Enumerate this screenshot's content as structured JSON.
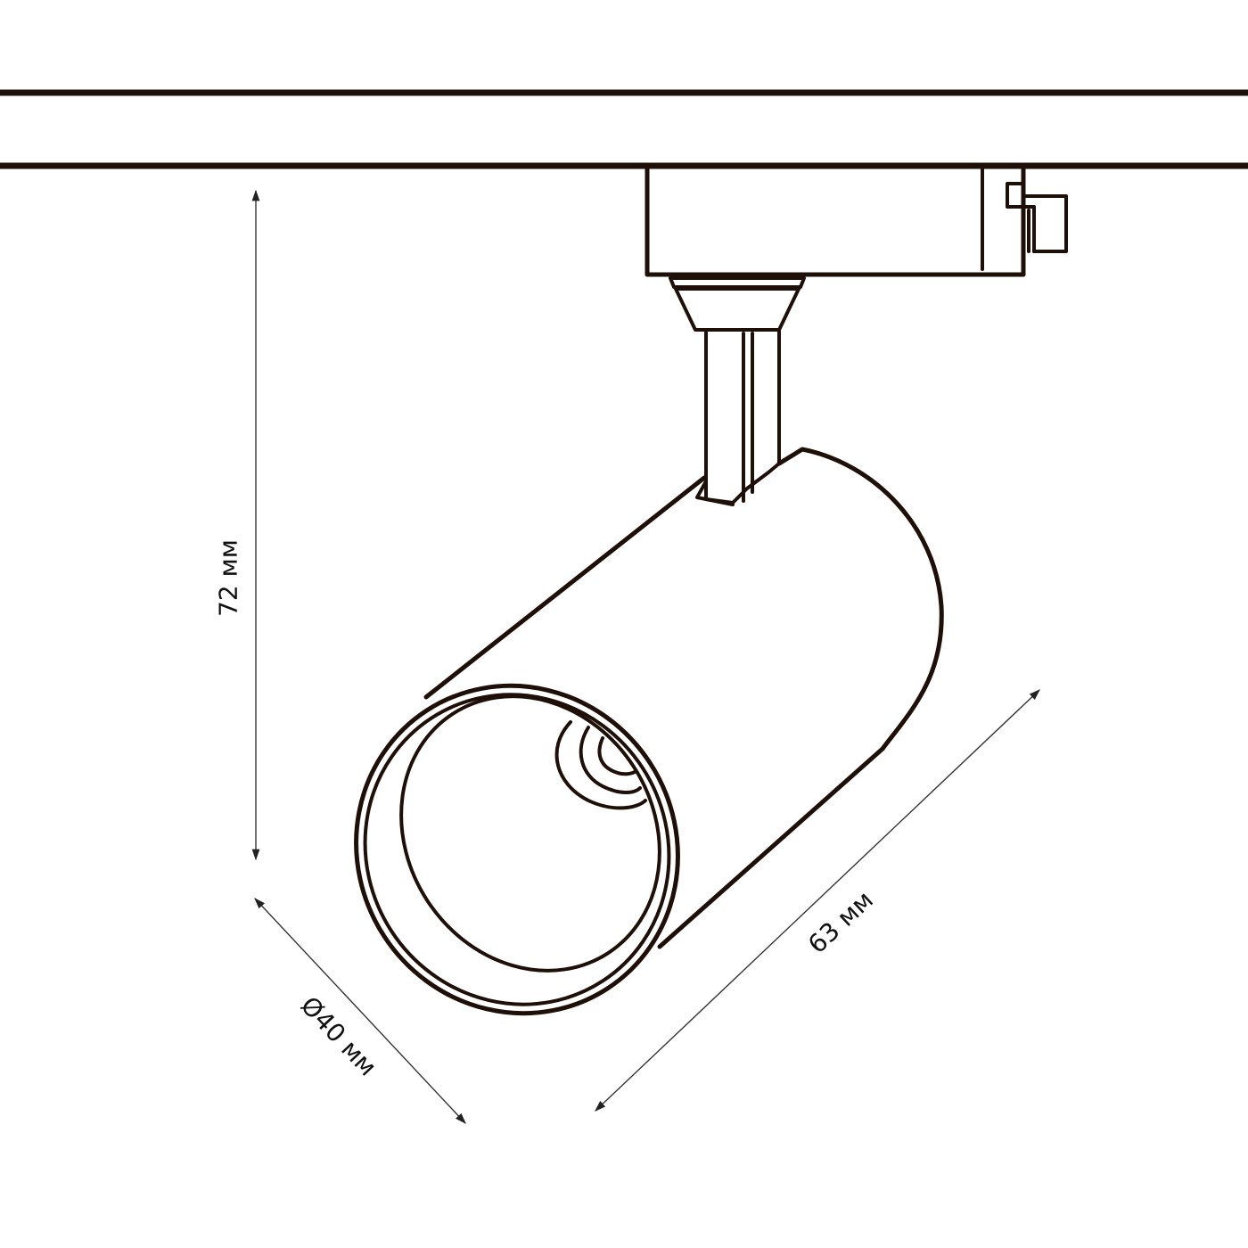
{
  "diagram": {
    "subject": "track spotlight with rail adapter",
    "colors": {
      "line": "#1e1008",
      "dimension_line": "#333333",
      "background": "#ffffff"
    },
    "dimensions": {
      "height": {
        "label": "72 мм",
        "orientation": "vertical"
      },
      "diameter": {
        "label": "Ø40 мм",
        "orientation": "diagonal-down-right"
      },
      "length": {
        "label": "63 мм",
        "orientation": "diagonal-up-right"
      }
    },
    "parts": [
      "track-rail",
      "track-adapter",
      "adapter-clip",
      "swivel-joint",
      "stem",
      "lamp-body",
      "front-bezel",
      "reflector",
      "led-module"
    ]
  }
}
